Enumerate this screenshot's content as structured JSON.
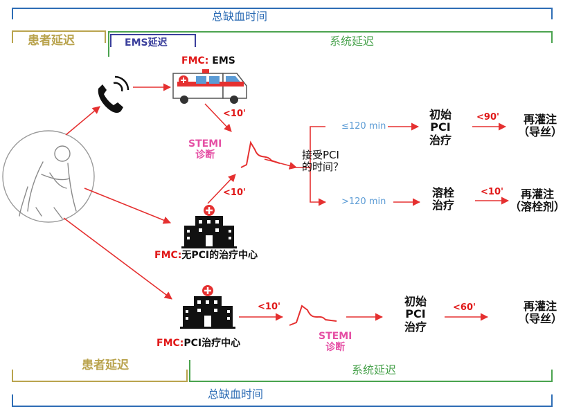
{
  "colors": {
    "total_bracket": "#2e6db5",
    "patient_bracket": "#b9a34d",
    "ems_bracket": "#3a3f9c",
    "system_bracket": "#4aa34e",
    "arrow": "#e53030",
    "stemi_label": "#e54fa4",
    "time_label": "#5b9bd5"
  },
  "brackets": {
    "top_total": "总缺血时间",
    "top_patient": "患者延迟",
    "top_ems": "EMS延迟",
    "top_system": "系统延迟",
    "bottom_patient": "患者延迟",
    "bottom_system": "系统延迟",
    "bottom_total": "总缺血时间"
  },
  "icons": {
    "patient": "patient-chest-pain-icon",
    "phone": "phone-icon",
    "ambulance": "ambulance-icon",
    "hospital": "hospital-icon",
    "ecg": "ecg-waveform-icon"
  },
  "ems_path": {
    "fmc_prefix": "FMC:",
    "fmc_suffix": " EMS",
    "time_to_stemi": "<10'",
    "stemi_line1": "STEMI",
    "stemi_line2": "诊断",
    "decision_line1": "接受PCI",
    "decision_line2": "的时间？",
    "branch_fast": "≤120 min",
    "branch_slow": ">120 min",
    "fast_step1": "初始",
    "fast_step2": "PCI",
    "fast_step3": "治疗",
    "fast_time": "<90'",
    "fast_result1": "再灌注",
    "fast_result2": "（导丝）",
    "slow_step1": "溶栓",
    "slow_step2": "治疗",
    "slow_time": "<10'",
    "slow_result1": "再灌注",
    "slow_result2": "（溶栓剂）"
  },
  "non_pci_center": {
    "time_to_stemi": "<10'",
    "fmc_prefix": "FMC:",
    "fmc_suffix": "无PCI的治疗中心"
  },
  "pci_center": {
    "fmc_prefix": "FMC:",
    "fmc_suffix": "PCI治疗中心",
    "time_to_ecg": "<10'",
    "stemi_line1": "STEMI",
    "stemi_line2": "诊断",
    "step1": "初始",
    "step2": "PCI",
    "step3": "治疗",
    "time": "<60'",
    "result1": "再灌注",
    "result2": "（导丝）"
  }
}
